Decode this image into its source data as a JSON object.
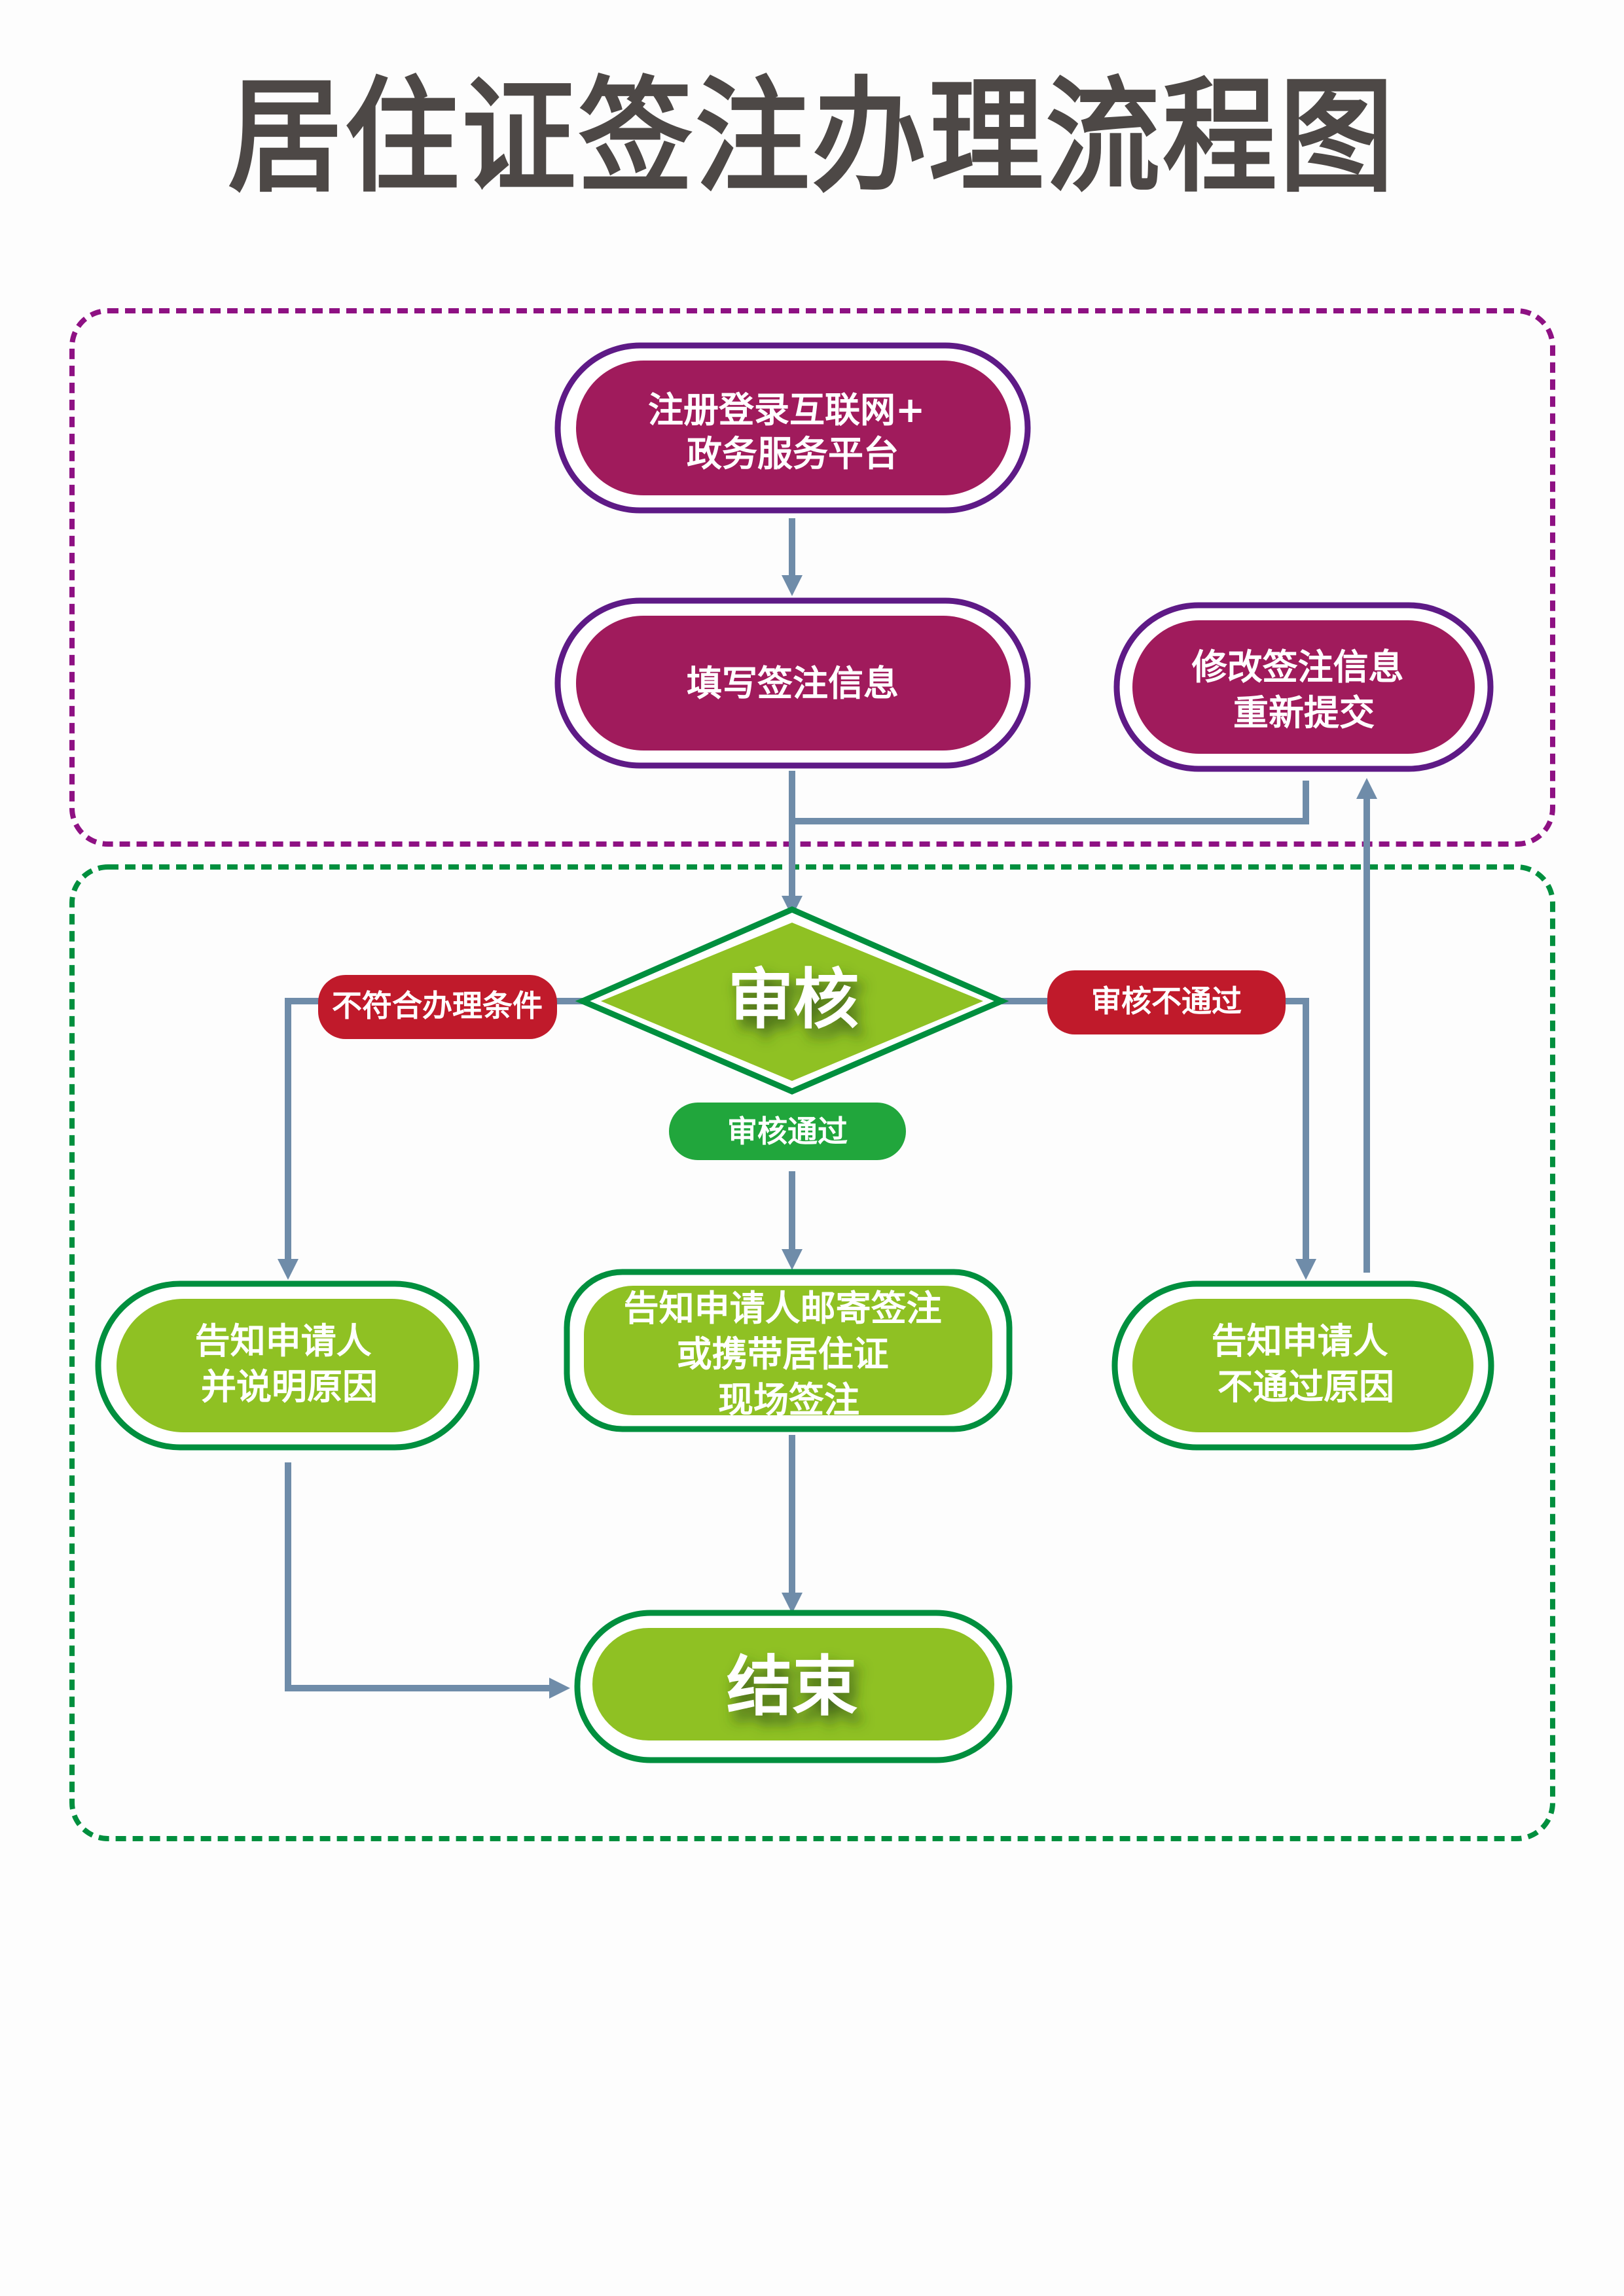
{
  "page": {
    "title": "居住证签注办理流程图"
  },
  "colors": {
    "purple_fill": "#a01b5c",
    "purple_border": "#5e1a86",
    "purple_frame": "#8e1183",
    "green_fill": "#8fc123",
    "green_border": "#008f3e",
    "green_frame": "#008f3e",
    "connector": "#6f8ca9",
    "red_tag": "#c01a2b",
    "green_tag": "#21a63c",
    "title": "#4d4846"
  },
  "sections": {
    "online": {
      "name": "online-stage"
    },
    "review": {
      "name": "review-stage"
    }
  },
  "nodes": {
    "register": {
      "lines": [
        "注册登录互联网+",
        "政务服务平台"
      ]
    },
    "fill_info": {
      "lines": [
        "填写签注信息"
      ]
    },
    "modify": {
      "lines": [
        "修改签注信息",
        "重新提交"
      ]
    },
    "review": {
      "label": "审核"
    },
    "notify_reason": {
      "lines": [
        "告知申请人",
        "并说明原因"
      ]
    },
    "notify_sign": {
      "lines": [
        "告知申请人邮寄签注",
        "或携带居住证",
        "现场签注"
      ]
    },
    "notify_fail": {
      "lines": [
        "告知申请人",
        "不通过原因"
      ]
    },
    "end": {
      "label": "结束"
    }
  },
  "tags": {
    "not_eligible": "不符合办理条件",
    "not_passed": "审核不通过",
    "passed": "审核通过"
  }
}
